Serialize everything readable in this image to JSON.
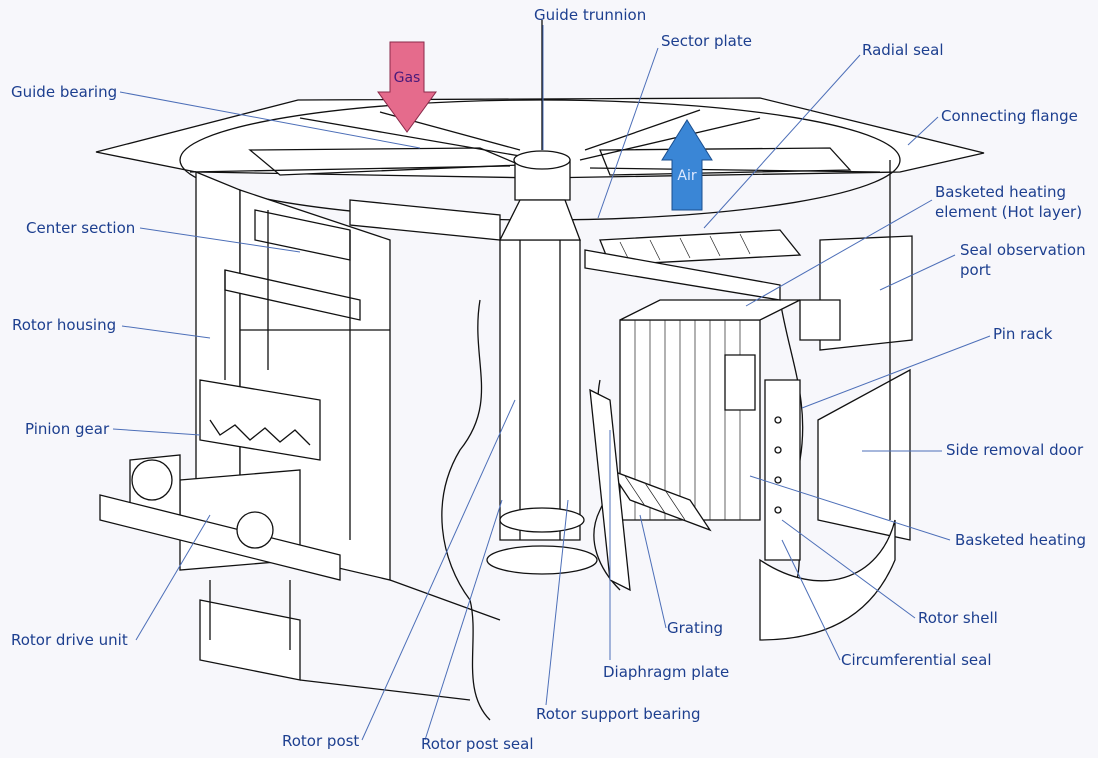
{
  "diagram": {
    "flow_arrows": {
      "gas": {
        "label": "Gas",
        "color": "#e56b8c",
        "text_color": "#4a1a7a",
        "direction": "down"
      },
      "air": {
        "label": "Air",
        "color": "#3a86d6",
        "text_color": "#dde8ff",
        "direction": "up"
      }
    },
    "label_color": "#1d3f8f",
    "leader_color": "#4d6fb8",
    "labels": {
      "guide_trunnion": "Guide trunnion",
      "sector_plate": "Sector plate",
      "radial_seal": "Radial seal",
      "guide_bearing": "Guide bearing",
      "connecting_flange": "Connecting flange",
      "basketed_heating_element_l1": "Basketed heating",
      "basketed_heating_element_l2": "element (Hot layer)",
      "center_section": "Center section",
      "seal_observation_port_l1": "Seal observation",
      "seal_observation_port_l2": "port",
      "rotor_housing": "Rotor housing",
      "pin_rack": "Pin rack",
      "pinion_gear": "Pinion gear",
      "side_removal_door": "Side removal door",
      "basketed_heating": "Basketed heating",
      "rotor_shell": "Rotor shell",
      "rotor_drive_unit": "Rotor drive unit",
      "grating": "Grating",
      "circumferential_seal": "Circumferential seal",
      "diaphragm_plate": "Diaphragm plate",
      "rotor_support_bearing": "Rotor support bearing",
      "rotor_post": "Rotor post",
      "rotor_post_seal": "Rotor post seal"
    }
  }
}
